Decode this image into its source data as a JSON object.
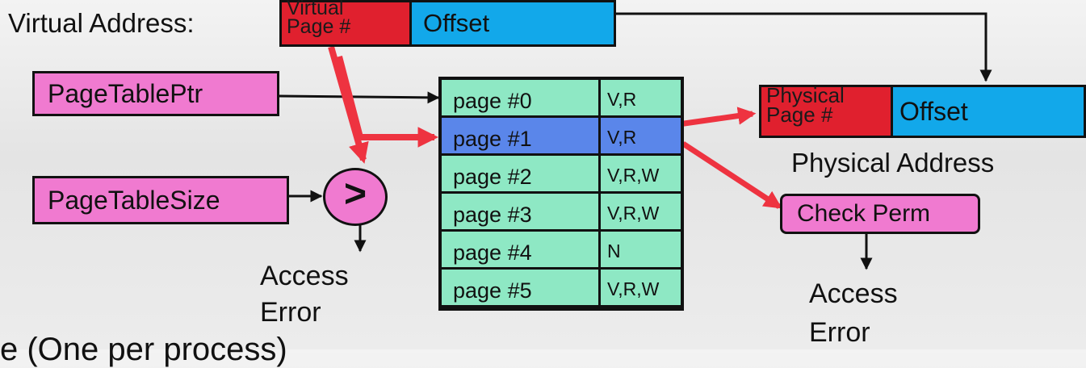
{
  "virtual_address": {
    "label": "Virtual Address:",
    "page_field": [
      "Virtual",
      "Page #"
    ],
    "offset_field": "Offset"
  },
  "registers": {
    "page_table_ptr": "PageTablePtr",
    "page_table_size": "PageTableSize"
  },
  "comparator": {
    "symbol": ">"
  },
  "access_error_left": [
    "Access",
    "Error"
  ],
  "page_table": {
    "rows": [
      {
        "page": "page #0",
        "perm": "V,R"
      },
      {
        "page": "page #1",
        "perm": "V,R"
      },
      {
        "page": "page #2",
        "perm": "V,R,W"
      },
      {
        "page": "page #3",
        "perm": "V,R,W"
      },
      {
        "page": "page #4",
        "perm": "N"
      },
      {
        "page": "page #5",
        "perm": "V,R,W"
      }
    ],
    "highlighted_row": 1
  },
  "physical_address": {
    "page_field": [
      "Physical",
      "Page #"
    ],
    "offset_field": "Offset",
    "label": "Physical Address"
  },
  "check_perm": "Check Perm",
  "access_error_right": [
    "Access",
    "Error"
  ],
  "bottom_text": "e (One per process)",
  "colors": {
    "register_fill": "#f07ad0",
    "page_field_fill": "#e0202e",
    "offset_fill": "#12a8ea",
    "table_cell_fill": "#8ee8c4",
    "highlight_fill": "#5a86ea",
    "translation_arrow": "#ee3340"
  }
}
